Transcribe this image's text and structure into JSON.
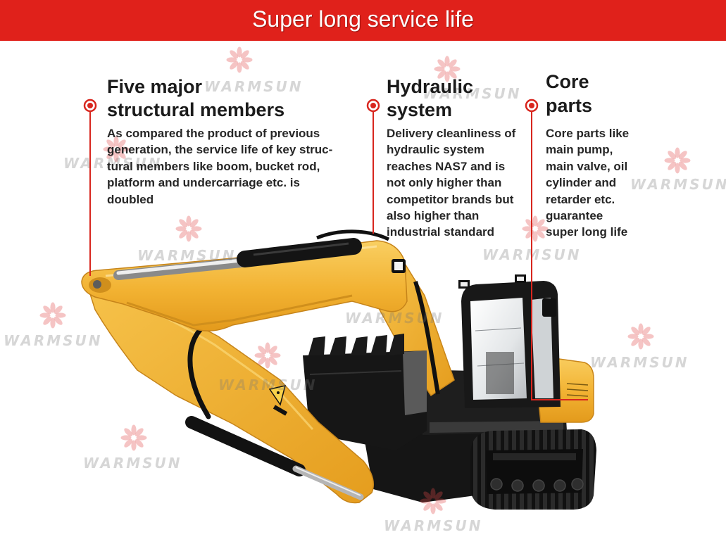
{
  "header": {
    "title": "Super long service life"
  },
  "watermark": {
    "text": "WARMSUN",
    "logo_icon": "warmsun-flower-logo"
  },
  "features": [
    {
      "marker_icon": "red-dot-marker",
      "title_lines": [
        "Five major",
        "structural members"
      ],
      "body_lines": [
        "As compared the product of previous",
        "generation, the service life of key struc-",
        "tural members like boom, bucket rod,",
        "platform and undercarriage etc. is",
        "doubled"
      ]
    },
    {
      "marker_icon": "red-dot-marker",
      "title_lines": [
        "Hydraulic",
        "system"
      ],
      "body_lines": [
        "Delivery cleanliness of",
        "hydraulic system",
        "reaches NAS7 and is",
        "not only higher than",
        "competitor brands but",
        "also higher than",
        "industrial standard"
      ]
    },
    {
      "marker_icon": "red-dot-marker",
      "title_lines": [
        "Core",
        "parts"
      ],
      "body_lines": [
        "Core parts like",
        "main pump,",
        "main valve, oil",
        "cylinder and",
        "retarder etc.",
        "guarantee",
        "super long life"
      ]
    }
  ],
  "colors": {
    "banner_red": "#e0211b",
    "callout_red": "#d8261e",
    "machine_yellow": "#f2b232",
    "text": "#1b1b1b"
  }
}
